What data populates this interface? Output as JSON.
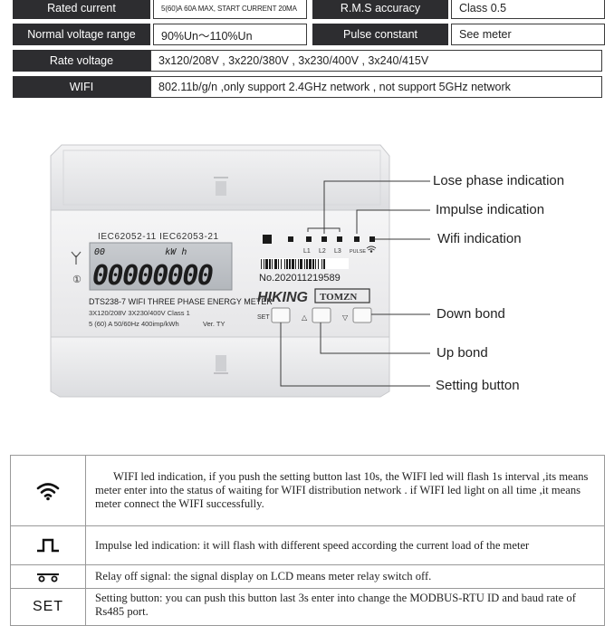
{
  "specs": [
    {
      "left_label": "Rated current",
      "left_value": "5(60)A 60A MAX, START CURRENT 20MA",
      "right_label": "R.M.S accuracy",
      "right_value": "Class 0.5"
    },
    {
      "left_label": "Normal voltage range",
      "left_value": "90%Un～110%Un",
      "right_label": "Pulse constant",
      "right_value": "See meter"
    },
    {
      "label": "Rate voltage",
      "value": "3x120/208V , 3x220/380V , 3x230/400V , 3x240/415V"
    },
    {
      "label": "WIFI",
      "value": "802.11b/g/n ,only support 2.4GHz network , not support 5GHz network"
    }
  ],
  "meter": {
    "standards": "IEC62052-11  IEC62053-21",
    "lcd_top": "00           kW h",
    "lcd_digits": "00000000",
    "circle_one": "①",
    "model": "DTS238-7  WIFI THREE PHASE ENERGY METER",
    "spec1": "3X120/208V   3X230/400V   Class 1",
    "spec2": "5 (60) A   50/60Hz   400imp/kWh",
    "version": "Ver. TY",
    "serial": "No.202011219589",
    "brand": "HIKING",
    "brand2": "TOMZN",
    "led_labels": [
      "L1",
      "L2",
      "L3",
      "PULSE"
    ],
    "set_label": "SET",
    "up_label": "△",
    "down_label": "▽"
  },
  "callouts": {
    "lose_phase": "Lose phase indication",
    "impulse": "Impulse indication",
    "wifi": "Wifi indication",
    "down": "Down bond",
    "up": "Up bond",
    "setting": "Setting button"
  },
  "descriptions": [
    {
      "icon": "wifi-icon",
      "text": "WIFI led indication, if you push the setting button last 10s, the WIFI led will flash 1s interval ,its means meter enter into the status of waiting for WIFI distribution network . if WIFI led light on all time ,it means meter connect the WIFI successfully."
    },
    {
      "icon": "impulse-icon",
      "text": "Impulse led indication: it will flash with different speed according the current load of the meter"
    },
    {
      "icon": "relay-icon",
      "text": "Relay off signal: the signal display on LCD means meter relay switch off."
    },
    {
      "icon": "set-icon",
      "icon_text": "SET",
      "text": "Setting button: you can push this button last 3s enter into change the MODBUS-RTU ID and baud rate of Rs485 port."
    }
  ]
}
